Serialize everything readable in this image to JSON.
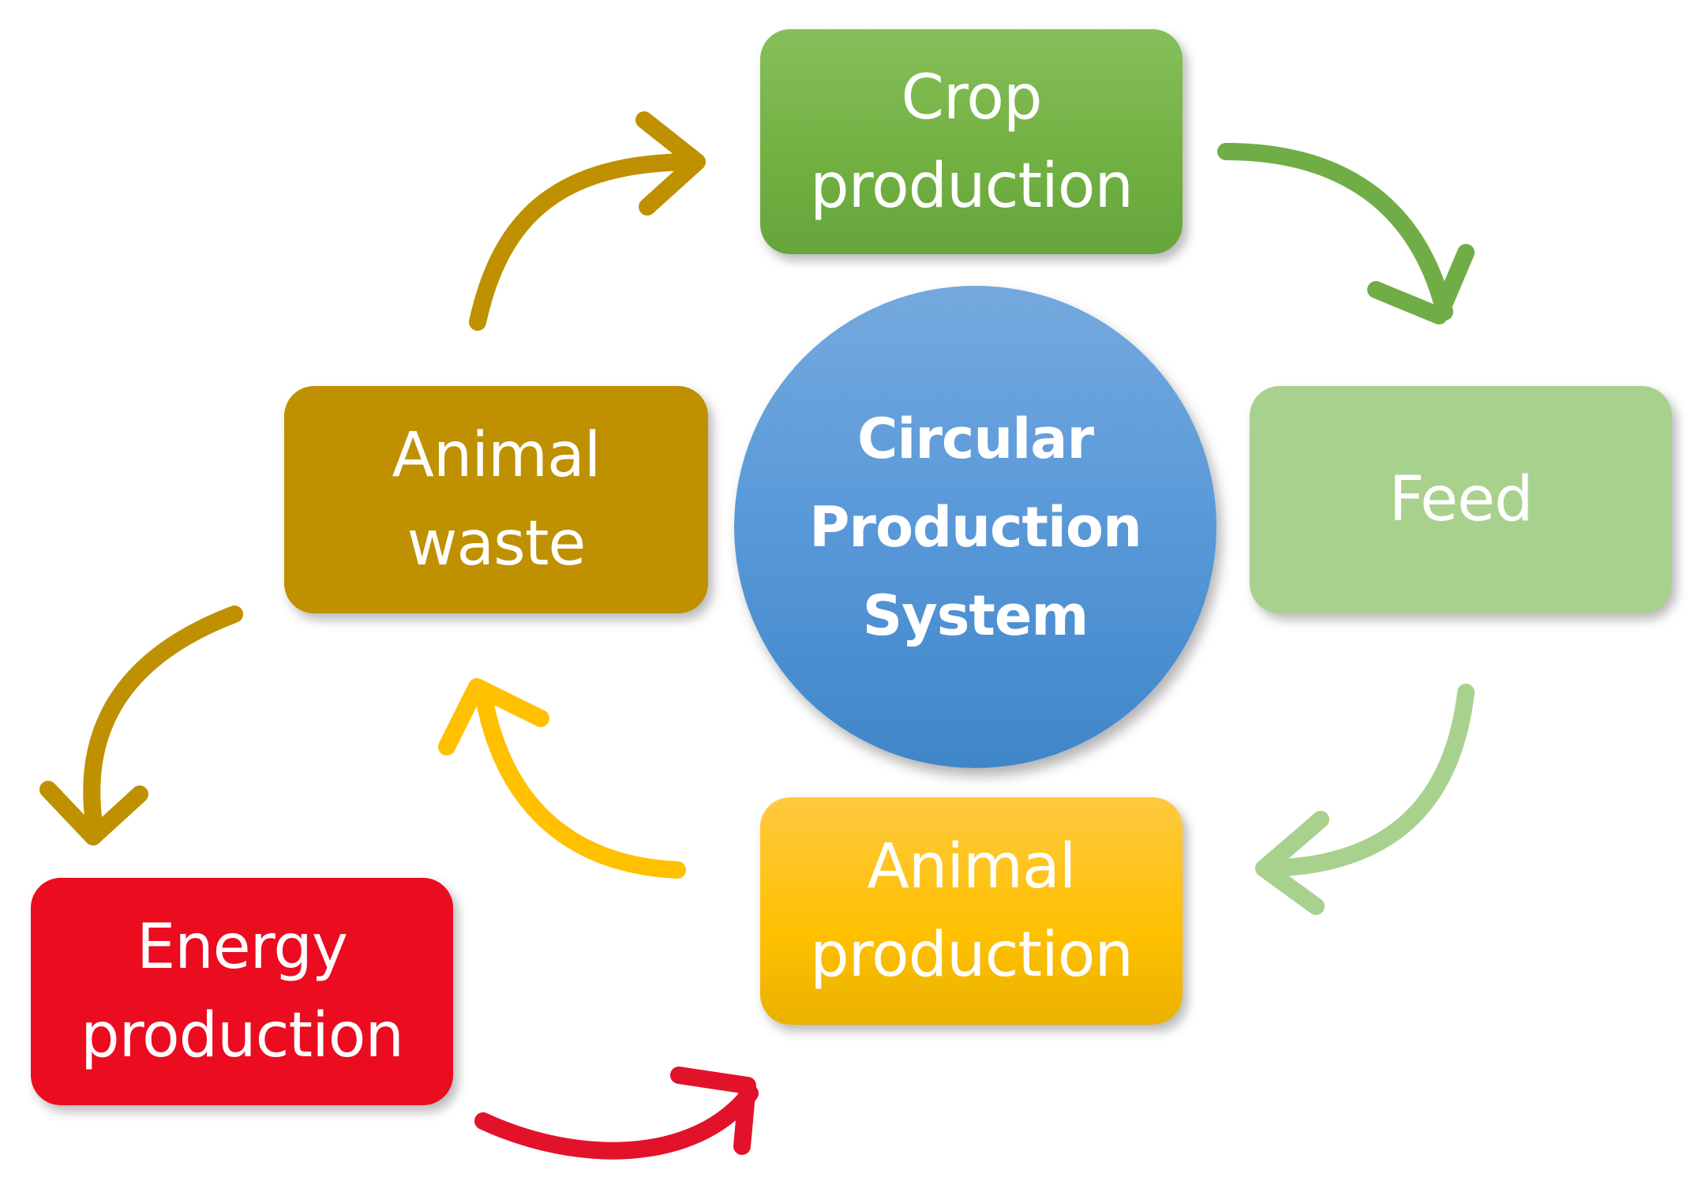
{
  "diagram": {
    "center": {
      "lines": [
        "Circular",
        "Production",
        "System"
      ]
    },
    "nodes": {
      "crop": {
        "lines": [
          "Crop",
          "production"
        ],
        "color": "#70ad47"
      },
      "feed": {
        "lines": [
          "Feed"
        ],
        "color": "#a9d18e"
      },
      "animal_production": {
        "lines": [
          "Animal",
          "production"
        ],
        "color": "#ffc000"
      },
      "animal_waste": {
        "lines": [
          "Animal",
          "waste"
        ],
        "color": "#bf9000"
      },
      "energy": {
        "lines": [
          "Energy",
          "production"
        ],
        "color": "#eb0c1f"
      }
    },
    "center_color": "#5b9bd5",
    "arrow_colors": {
      "crop_to_feed": "#70ad47",
      "feed_to_animal_production": "#a9d18e",
      "animal_production_to_animal_waste": "#ffc000",
      "animal_waste_to_crop": "#bf9000",
      "animal_waste_to_energy": "#bf9000",
      "energy_to_animal_production": "#e3122b"
    }
  }
}
